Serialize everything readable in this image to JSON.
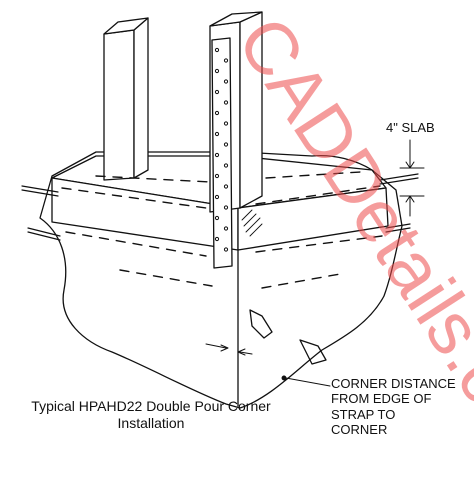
{
  "watermark": {
    "text": "CADDetails.com",
    "color": "#ec4a4a"
  },
  "labels": {
    "slab_thickness": "4\" SLAB",
    "corner_distance": [
      "CORNER DISTANCE",
      "FROM EDGE OF",
      "STRAP TO",
      "CORNER"
    ]
  },
  "caption": [
    "Typical HPAHD22 Double Pour Corner",
    "Installation"
  ],
  "colors": {
    "line": "#111111",
    "background": "#ffffff"
  }
}
